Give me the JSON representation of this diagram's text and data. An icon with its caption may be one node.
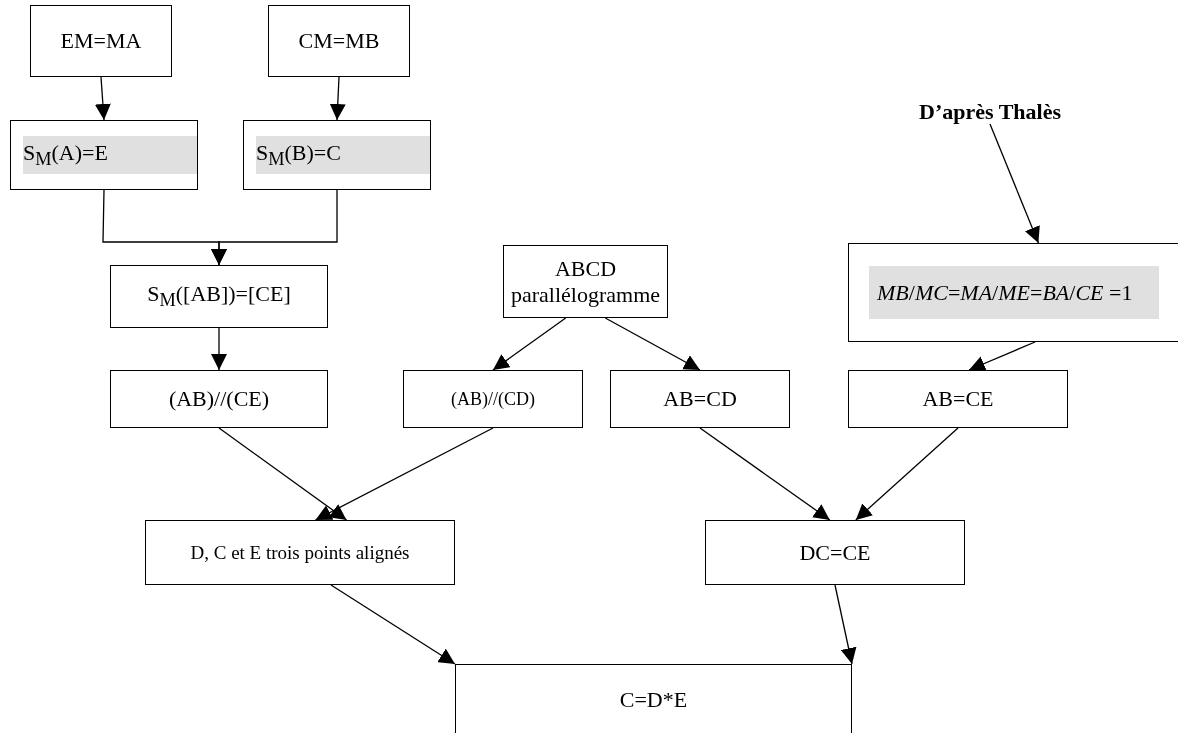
{
  "diagram": {
    "nodes": [
      {
        "text": [
          "EM=MA"
        ]
      },
      {
        "text": [
          "CM=MB"
        ]
      },
      {
        "text": [
          "S$_{M}$(A)=E"
        ]
      },
      {
        "text": [
          "S$_{M}$(B)=C"
        ]
      },
      {
        "text": [
          "S$_{M}$([AB])=[CE]"
        ]
      },
      {
        "text": [
          "ABCD parallélogramme"
        ]
      },
      {
        "text": [
          "(AB)//(CE)"
        ]
      },
      {
        "text": [
          "(AB)//(CD)"
        ]
      },
      {
        "text": [
          "AB=CD"
        ]
      },
      {
        "text": [
          "D’après Thalès"
        ]
      },
      {
        "text": [
          "*MB*/*MC*=*MA*/*ME*=*BA*/*CE* =1"
        ]
      },
      {
        "text": [
          "AB=CE"
        ]
      },
      {
        "text": [
          "D, C et E trois points alignés"
        ]
      },
      {
        "text": [
          "DC=CE"
        ]
      },
      {
        "text": [
          "C=D*E"
        ]
      }
    ],
    "edges": [
      {
        "from": 0,
        "to": 2,
        "arrow": "to"
      },
      {
        "from": 1,
        "to": 3,
        "arrow": "to"
      },
      {
        "from": 2,
        "to": 4,
        "arrow": "to"
      },
      {
        "from": 3,
        "to": 4,
        "arrow": "to"
      },
      {
        "from": 4,
        "to": 6,
        "arrow": "to"
      },
      {
        "from": 5,
        "to": 7,
        "arrow": "to"
      },
      {
        "from": 5,
        "to": 8,
        "arrow": "to"
      },
      {
        "from": 9,
        "to": 10,
        "arrow": "to"
      },
      {
        "from": 10,
        "to": 11,
        "arrow": "to"
      },
      {
        "from": 6,
        "to": 12,
        "arrow": "to"
      },
      {
        "from": 7,
        "to": 12,
        "arrow": "to"
      },
      {
        "from": 8,
        "to": 13,
        "arrow": "to"
      },
      {
        "from": 11,
        "to": 13,
        "arrow": "to"
      },
      {
        "from": 12,
        "to": 14,
        "arrow": "to"
      },
      {
        "from": 13,
        "to": 14,
        "arrow": "to"
      }
    ]
  }
}
